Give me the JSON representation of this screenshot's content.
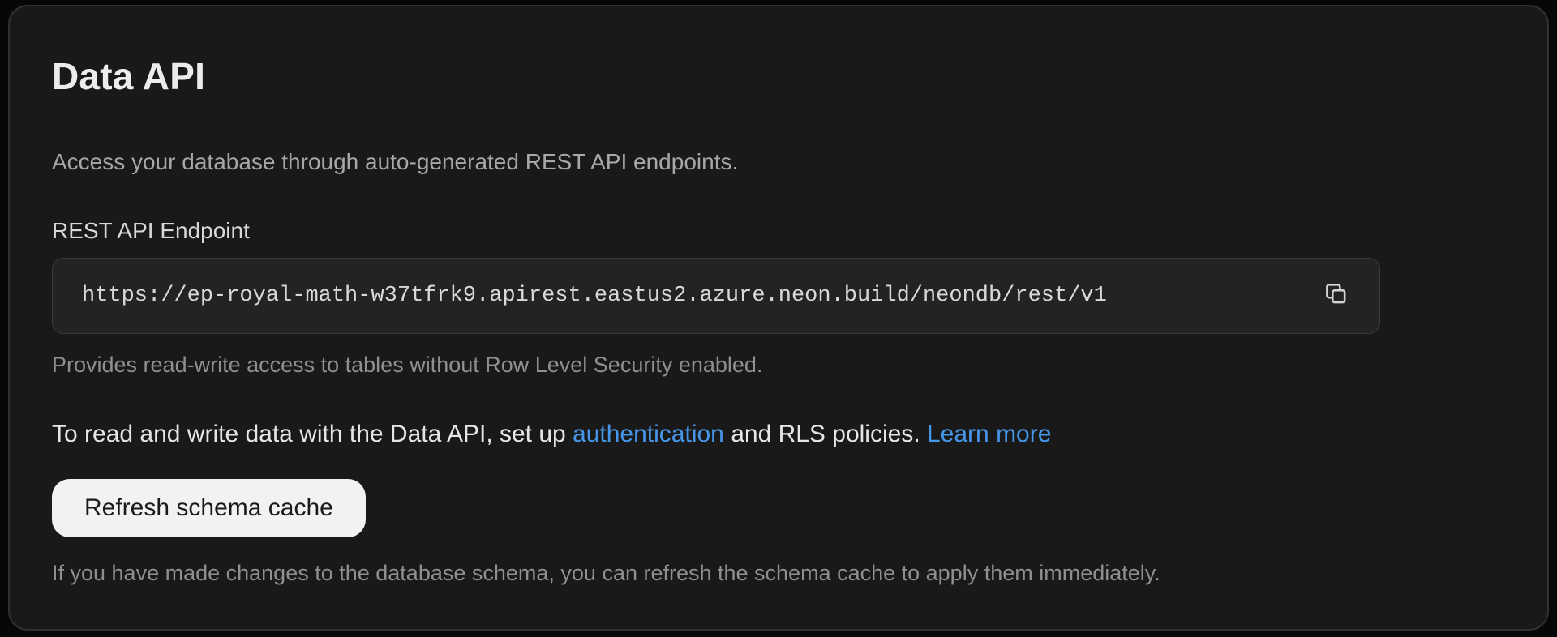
{
  "page": {
    "title": "Data API",
    "description": "Access your database through auto-generated REST API endpoints."
  },
  "endpoint": {
    "label": "REST API Endpoint",
    "url": "https://ep-royal-math-w37tfrk9.apirest.eastus2.azure.neon.build/neondb/rest/v1",
    "copy_icon": "copy-icon",
    "helper": "Provides read-write access to tables without Row Level Security enabled."
  },
  "rls_note": {
    "text_before": "To read and write data with the Data API, set up ",
    "link_authentication": "authentication",
    "text_middle": " and RLS policies. ",
    "link_learn_more": "Learn more"
  },
  "schema_cache": {
    "button_label": "Refresh schema cache",
    "helper": "If you have made changes to the database schema, you can refresh the schema cache to apply them immediately."
  },
  "colors": {
    "link_blue": "#4696ea",
    "panel_bg": "#191919",
    "field_bg": "#232323",
    "button_bg": "#f2f2f2",
    "icon_gray": "#d4d4d4"
  }
}
